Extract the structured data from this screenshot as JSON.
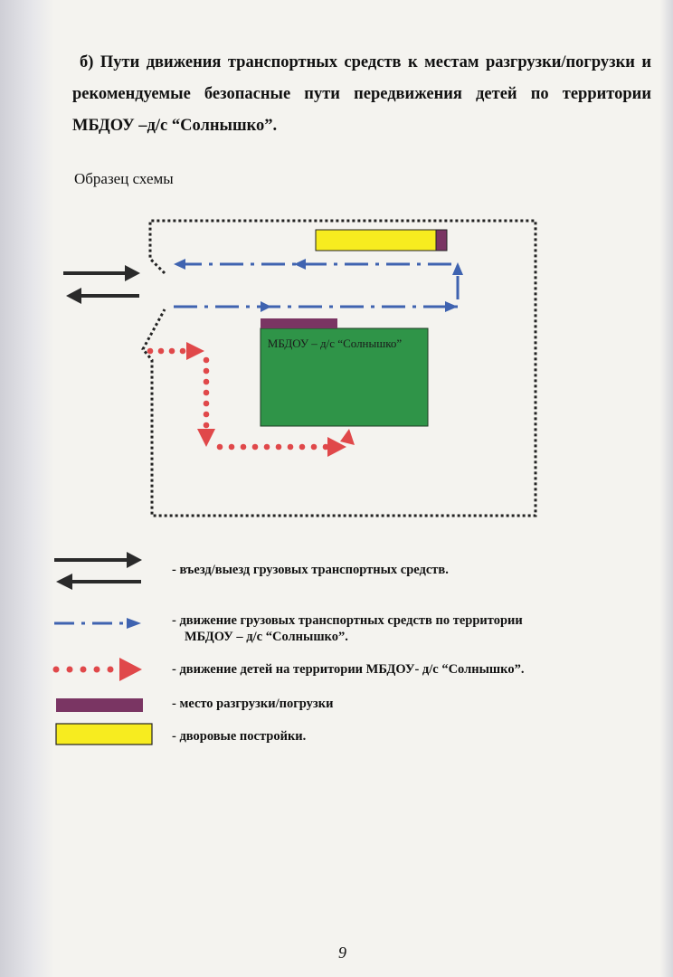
{
  "heading": "б) Пути движения транспортных средств к местам разгрузки/погрузки и рекомендуемые безопасные пути передвижения детей по территории МБДОУ –д/с “Солнышко”.",
  "caption": "Образец схемы",
  "diagram": {
    "building_label": "МБДОУ – д/с “Солнышко”",
    "colors": {
      "vehicle_path": "#3f63b0",
      "children_path": "#e0484a",
      "unloading_zone": "#7a3563",
      "yard_building": "#f7ec1f",
      "main_building": "#2f9448",
      "entry_arrows": "#2a2a2a",
      "boundary": "#222222"
    }
  },
  "legend": {
    "entry_exit": "- въезд/выезд грузовых транспортных средств.",
    "vehicle_movement_line1": "- движение грузовых транспортных средств по территории",
    "vehicle_movement_line2": "МБДОУ – д/с “Солнышко”.",
    "children_movement": "- движение детей на территории МБДОУ- д/с “Солнышко”.",
    "unloading_place": "- место разгрузки/погрузки",
    "yard_buildings": "- дворовые постройки."
  },
  "page_number": "9"
}
